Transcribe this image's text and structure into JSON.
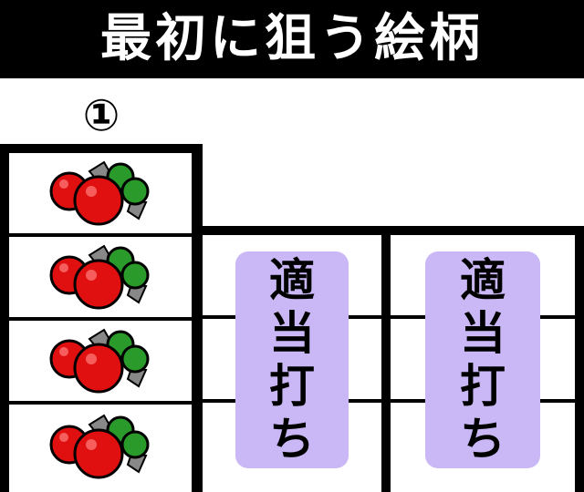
{
  "title": "最初に狙う絵柄",
  "reel_number": "①",
  "reel1": {
    "symbols": [
      "cherry-icon",
      "cherry-icon",
      "cherry-icon",
      "cherry-icon"
    ]
  },
  "reel2": {
    "instruction": [
      "適",
      "当",
      "打",
      "ち"
    ]
  },
  "reel3": {
    "instruction": [
      "適",
      "当",
      "打",
      "ち"
    ]
  },
  "colors": {
    "background": "#ffffff",
    "frame": "#000000",
    "cherry_red": "#e01010",
    "cherry_green": "#2a9a2a",
    "leaf_gray": "#888888",
    "pill": "#c9b8f5"
  }
}
